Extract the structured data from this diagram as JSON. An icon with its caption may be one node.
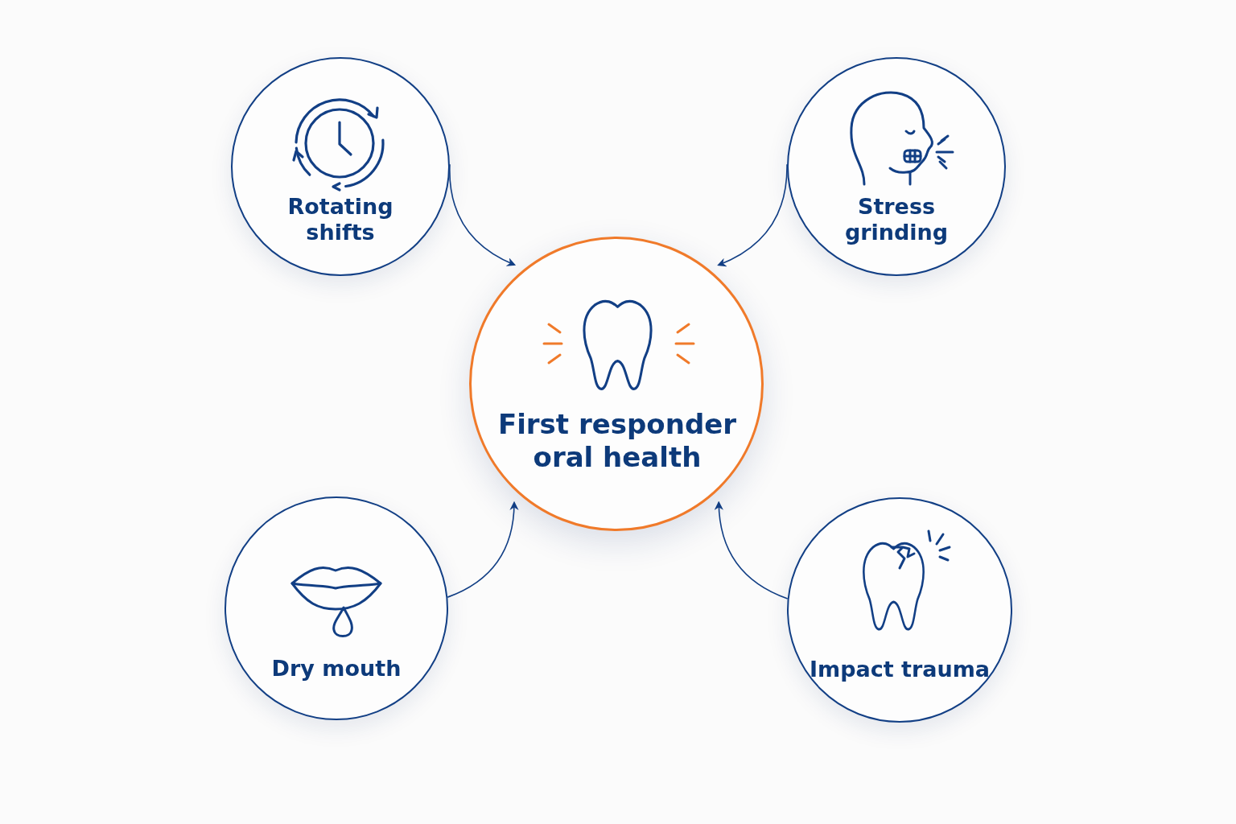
{
  "diagram": {
    "nodes": [
      {
        "text": [
          "First responder oral health"
        ]
      },
      {
        "text": [
          "Rotating shifts"
        ]
      },
      {
        "text": [
          "Stress grinding"
        ]
      },
      {
        "text": [
          "Dry mouth"
        ]
      },
      {
        "text": [
          "Impact trauma"
        ]
      }
    ],
    "edges": [
      {
        "from": 1,
        "to": 0,
        "arrow": "to"
      },
      {
        "from": 2,
        "to": 0,
        "arrow": "to"
      },
      {
        "from": 3,
        "to": 0,
        "arrow": "to"
      },
      {
        "from": 4,
        "to": 0,
        "arrow": "to"
      }
    ]
  }
}
